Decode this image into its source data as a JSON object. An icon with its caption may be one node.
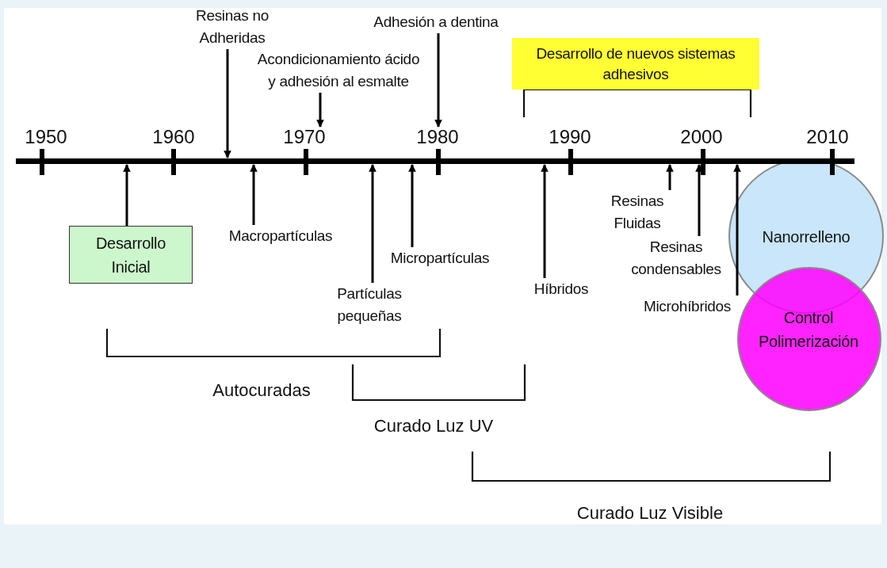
{
  "diagram": {
    "nodes": [
      {
        "text": [
          "Resinas no Adheridas"
        ]
      },
      {
        "text": [
          "Acondicionamiento ácido y adhesión al esmalte"
        ]
      },
      {
        "text": [
          "Adhesión a dentina"
        ]
      },
      {
        "text": [
          "Desarrollo de nuevos sistemas adhesivos"
        ]
      },
      {
        "text": [
          "Desarrollo Inicial"
        ]
      },
      {
        "text": [
          "Macropartículas"
        ]
      },
      {
        "text": [
          "Partículas pequeñas"
        ]
      },
      {
        "text": [
          "Micropartículas"
        ]
      },
      {
        "text": [
          "Híbridos"
        ]
      },
      {
        "text": [
          "Resinas Fluidas"
        ]
      },
      {
        "text": [
          "Resinas condensables"
        ]
      },
      {
        "text": [
          "Microhíbridos"
        ]
      },
      {
        "text": [
          "Nanorrelleno"
        ]
      },
      {
        "text": [
          "Control Polimerización"
        ]
      },
      {
        "text": [
          "1950"
        ]
      },
      {
        "text": [
          "1960"
        ]
      },
      {
        "text": [
          "1970"
        ]
      },
      {
        "text": [
          "1980"
        ]
      },
      {
        "text": [
          "1990"
        ]
      },
      {
        "text": [
          "2000"
        ]
      },
      {
        "text": [
          "2010"
        ]
      },
      {
        "text": [],
        "shape": "bar"
      }
    ],
    "edges": [
      {
        "from": 0,
        "to": 21,
        "arrow": "to"
      },
      {
        "from": 1,
        "to": 16,
        "arrow": "to"
      },
      {
        "from": 2,
        "to": 17,
        "arrow": "to"
      },
      {
        "from": 4,
        "to": 21,
        "arrow": "to"
      },
      {
        "from": 5,
        "to": 21,
        "arrow": "to"
      },
      {
        "from": 6,
        "to": 21,
        "arrow": "to"
      },
      {
        "from": 7,
        "to": 21,
        "arrow": "to"
      },
      {
        "from": 8,
        "to": 21,
        "arrow": "to"
      },
      {
        "from": 9,
        "to": 21,
        "arrow": "to"
      },
      {
        "from": 10,
        "to": 21,
        "arrow": "to"
      },
      {
        "from": 11,
        "to": 21,
        "arrow": "to"
      }
    ],
    "labels": [
      "Autocuradas",
      "Curado Luz UV",
      "Curado Luz Visible"
    ]
  }
}
